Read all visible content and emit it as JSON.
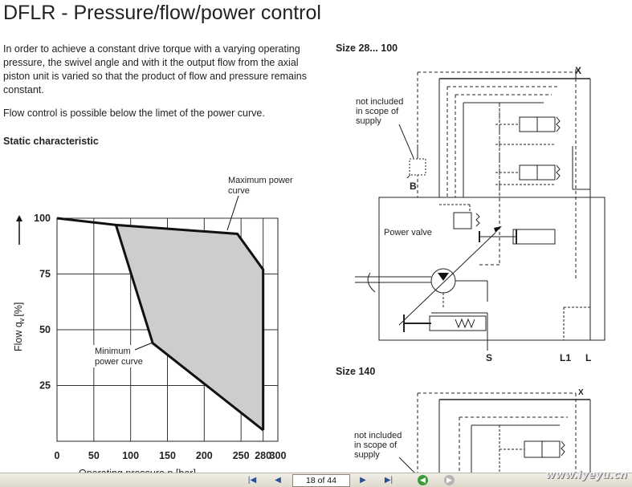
{
  "page": {
    "title": "DFLR - Pressure/flow/power control",
    "intro": "In order to achieve a constant drive torque  with a varying operating pressure, the swivel angle and with it the output flow from the axial piston unit is varied so that the product of flow and pressure remains constant.",
    "intro2": "Flow control is possible below the limet of the power curve.",
    "static_heading": "Static characteristic"
  },
  "chart_data": {
    "type": "area",
    "title": "",
    "ylabel": "Flow q",
    "ylabel_sub": "v",
    "ylabel_unit": "[%]",
    "xlabel": "Operating pressure p [bar]",
    "xlim": [
      0,
      300
    ],
    "ylim": [
      0,
      100
    ],
    "x_ticks": [
      0,
      50,
      100,
      150,
      200,
      250,
      280,
      300
    ],
    "y_ticks": [
      25,
      50,
      75,
      100
    ],
    "grid": true,
    "series": [
      {
        "name": "Maximum power curve",
        "points": [
          [
            0,
            100
          ],
          [
            80,
            97
          ],
          [
            245,
            93
          ],
          [
            280,
            77
          ],
          [
            280,
            5
          ]
        ]
      },
      {
        "name": "Minimum power curve",
        "points": [
          [
            80,
            97
          ],
          [
            130,
            44
          ],
          [
            280,
            5
          ]
        ]
      }
    ],
    "annotations": [
      "Maximum power curve",
      "Minimum power curve"
    ]
  },
  "diagram_labels": {
    "size1": "Size 28... 100",
    "size2": "Size 140",
    "not_included": [
      "not included",
      "in scope of",
      "supply"
    ],
    "power_valve": "Power valve",
    "x": "X",
    "b": "B",
    "s": "S",
    "l1": "L1",
    "l": "L"
  },
  "viewer": {
    "page_indicator": "18 of 44",
    "watermark": "www.iyeyu.cn",
    "icons": [
      "first-page-icon",
      "prev-page-icon",
      "next-page-icon",
      "last-page-icon",
      "back-icon",
      "forward-icon"
    ]
  }
}
